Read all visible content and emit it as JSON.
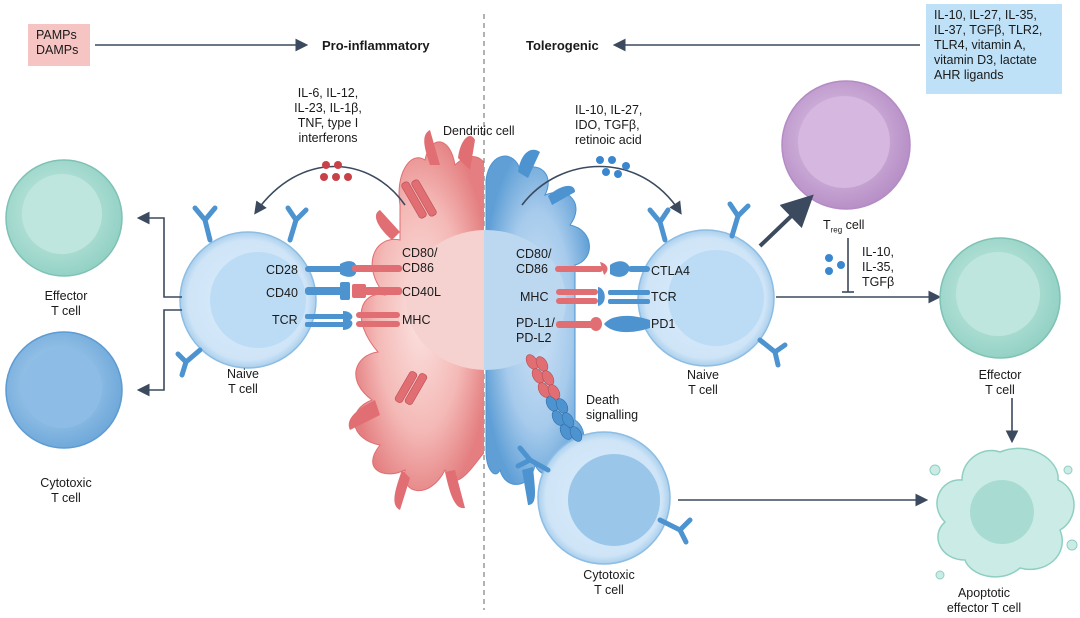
{
  "stimuli": {
    "left_box": "PAMPs\nDAMPs",
    "right_box": "IL-10, IL-27, IL-35,\nIL-37, TGFβ, TLR2,\nTLR4, vitamin A,\nvitamin D3, lactate\nAHR ligands",
    "left_title": "Pro-inflammatory",
    "right_title": "Tolerogenic"
  },
  "cytokines": {
    "left": "IL-6, IL-12,\nIL-23, IL-1β,\nTNF, type I\ninterferons",
    "right": "IL-10, IL-27,\nIDO, TGFβ,\nretinoic acid",
    "treg_secreted": "IL-10,\nIL-35,\nTGFβ"
  },
  "cells": {
    "dendritic": "Dendritic cell",
    "naive_left": "Naive\nT cell",
    "naive_right": "Naive\nT cell",
    "effector_left": "Effector\nT cell",
    "cytotoxic_left": "Cytotoxic\nT cell",
    "treg_main": "T",
    "treg_sub": "reg",
    "treg_tail": " cell",
    "effector_right": "Effector\nT cell",
    "cytotoxic_bottom": "Cytotoxic\nT cell",
    "apoptotic": "Apoptotic\neffector T cell"
  },
  "receptors_left": {
    "cd28": "CD28",
    "cd40": "CD40",
    "tcr": "TCR"
  },
  "ligands_left": {
    "cd80_86": "CD80/\nCD86",
    "cd40l": "CD40L",
    "mhc": "MHC"
  },
  "ligands_right": {
    "cd80_86": "CD80/\nCD86",
    "mhc": "MHC",
    "pdl": "PD-L1/\nPD-L2"
  },
  "receptors_right": {
    "ctla4": "CTLA4",
    "tcr": "TCR",
    "pd1": "PD1"
  },
  "death": "Death\nsignalling",
  "colors": {
    "red": "#e06e72",
    "red_light": "#f2b9b8",
    "blue": "#4d93d0",
    "blue_light": "#a9cdea",
    "teal": "#a8dcd2",
    "purple": "#c9a6d6",
    "arrow": "#3b4a5e",
    "pamp_bg": "#f6c4c3",
    "tol_bg": "#bfe1f7"
  }
}
